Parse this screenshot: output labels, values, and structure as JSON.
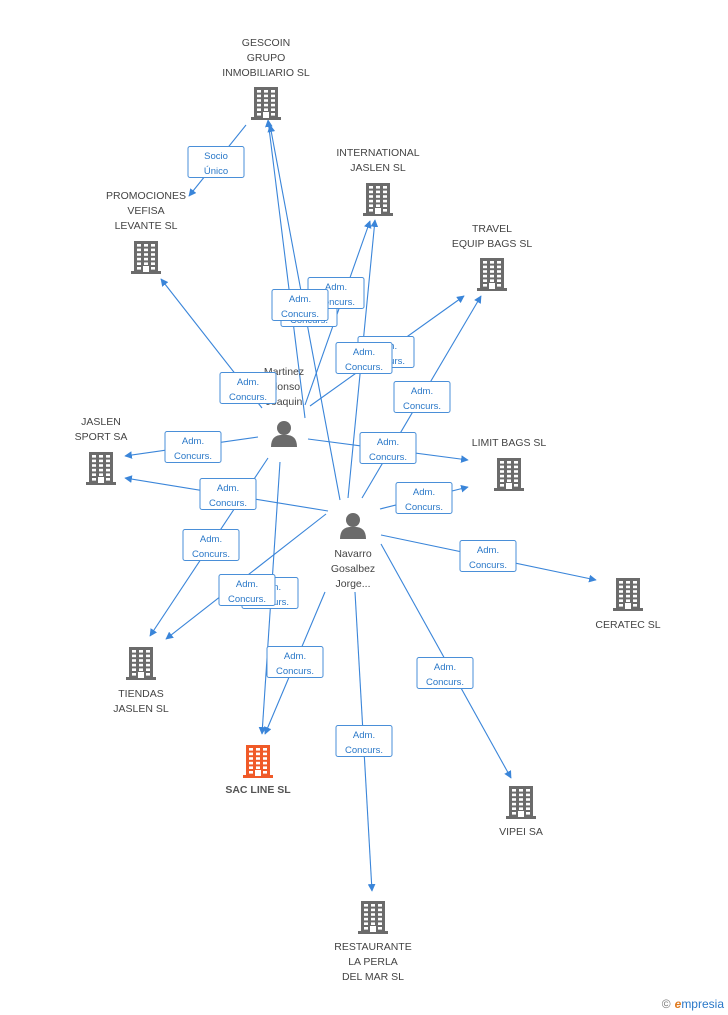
{
  "colors": {
    "edge": "#3a85d9",
    "box_border": "#4a8fd8",
    "box_text": "#2a78c8",
    "building": "#6b6b6b",
    "building_focus": "#f05a28",
    "person": "#6b6b6b"
  },
  "nodes": [
    {
      "id": "gescoin",
      "type": "company",
      "icon": "building-icon",
      "lines": [
        "GESCOIN",
        "GRUPO",
        "INMOBILIARIO SL"
      ]
    },
    {
      "id": "promociones",
      "type": "company",
      "icon": "building-icon",
      "lines": [
        "PROMOCIONES",
        "VEFISA",
        "LEVANTE SL"
      ]
    },
    {
      "id": "international",
      "type": "company",
      "icon": "building-icon",
      "lines": [
        "INTERNATIONAL",
        "JASLEN SL"
      ]
    },
    {
      "id": "travel",
      "type": "company",
      "icon": "building-icon",
      "lines": [
        "TRAVEL",
        "EQUIP BAGS SL"
      ]
    },
    {
      "id": "jaslen_sport",
      "type": "company",
      "icon": "building-icon",
      "lines": [
        "JASLEN",
        "SPORT SA"
      ]
    },
    {
      "id": "limit_bags",
      "type": "company",
      "icon": "building-icon",
      "lines": [
        "LIMIT BAGS SL"
      ]
    },
    {
      "id": "ceratec",
      "type": "company",
      "icon": "building-icon",
      "lines": [
        "CERATEC SL"
      ]
    },
    {
      "id": "tiendas",
      "type": "company",
      "icon": "building-icon",
      "lines": [
        "TIENDAS",
        "JASLEN SL"
      ]
    },
    {
      "id": "sac_line",
      "type": "company",
      "icon": "building-icon",
      "focus": true,
      "lines": [
        "SAC LINE SL"
      ]
    },
    {
      "id": "vipei",
      "type": "company",
      "icon": "building-icon",
      "lines": [
        "VIPEI SA"
      ]
    },
    {
      "id": "restaurante",
      "type": "company",
      "icon": "building-icon",
      "lines": [
        "RESTAURANTE",
        "LA PERLA",
        "DEL MAR SL"
      ]
    },
    {
      "id": "martinez",
      "type": "person",
      "icon": "person-icon",
      "lines": [
        "Martinez",
        "Alonso",
        "Joaquin"
      ]
    },
    {
      "id": "navarro",
      "type": "person",
      "icon": "person-icon",
      "lines": [
        "Navarro",
        "Gosalbez",
        "Jorge..."
      ]
    }
  ],
  "edges": [
    {
      "from": "gescoin",
      "to": "promociones",
      "label": [
        "Socio",
        "Único"
      ]
    },
    {
      "from": "martinez",
      "to": "gescoin",
      "label": [
        "Adm.",
        "Concurs."
      ]
    },
    {
      "from": "martinez",
      "to": "international",
      "label": [
        "Adm.",
        "Concurs."
      ]
    },
    {
      "from": "martinez",
      "to": "travel",
      "label": [
        "Adm.",
        "Concurs."
      ]
    },
    {
      "from": "martinez",
      "to": "promociones",
      "label": [
        "Adm.",
        "Concurs."
      ]
    },
    {
      "from": "martinez",
      "to": "jaslen_sport",
      "label": [
        "Adm.",
        "Concurs."
      ]
    },
    {
      "from": "martinez",
      "to": "limit_bags",
      "label": [
        "Adm.",
        "Concurs."
      ]
    },
    {
      "from": "martinez",
      "to": "tiendas",
      "label": [
        "Adm.",
        "Concurs."
      ]
    },
    {
      "from": "martinez",
      "to": "sac_line",
      "label": [
        "Adm.",
        "Concurs."
      ]
    },
    {
      "from": "navarro",
      "to": "international",
      "label": [
        "Adm.",
        "Concurs."
      ]
    },
    {
      "from": "navarro",
      "to": "travel",
      "label": [
        "Adm.",
        "Concurs."
      ]
    },
    {
      "from": "navarro",
      "to": "limit_bags",
      "label": [
        "Adm.",
        "Concurs."
      ]
    },
    {
      "from": "navarro",
      "to": "jaslen_sport",
      "label": [
        "Adm.",
        "Concurs."
      ]
    },
    {
      "from": "navarro",
      "to": "ceratec",
      "label": [
        "Adm.",
        "Concurs."
      ]
    },
    {
      "from": "navarro",
      "to": "tiendas",
      "label": [
        "Adm.",
        "Concurs."
      ]
    },
    {
      "from": "navarro",
      "to": "sac_line",
      "label": [
        "Adm.",
        "Concurs."
      ]
    },
    {
      "from": "navarro",
      "to": "vipei",
      "label": [
        "Adm.",
        "Concurs."
      ]
    },
    {
      "from": "navarro",
      "to": "restaurante",
      "label": [
        "Adm.",
        "Concurs."
      ]
    },
    {
      "from": "navarro",
      "to": "gescoin",
      "label": [
        "Adm.",
        "Concurs."
      ]
    }
  ],
  "footer": {
    "copyright": "©",
    "brand_initial": "e",
    "brand_rest": "mpresia"
  }
}
